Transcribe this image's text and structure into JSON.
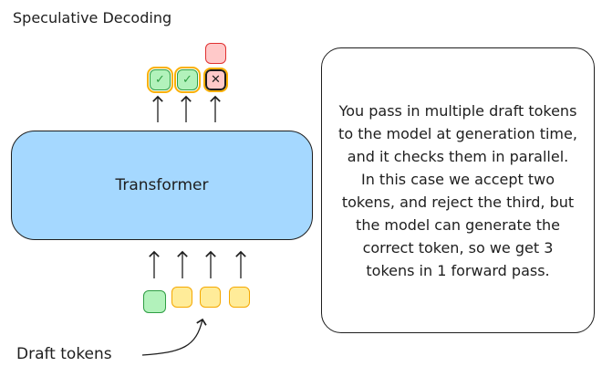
{
  "title": "Speculative Decoding",
  "model_label": "Transformer",
  "draft_label": "Draft tokens",
  "explanation": "You pass in multiple draft tokens to the model at generation time, and it checks them in parallel. In this case we accept two tokens, and reject the third, but the model can generate the correct token, so we get 3 tokens in 1 forward pass.",
  "output_tokens": [
    {
      "status": "accepted",
      "icon": "check-icon",
      "symbol": "✓"
    },
    {
      "status": "accepted",
      "icon": "check-icon",
      "symbol": "✓"
    },
    {
      "status": "rejected",
      "icon": "x-icon",
      "symbol": "✕"
    }
  ],
  "colors": {
    "model": "#a5d8ff",
    "accepted": "#b2f2bb",
    "draft": "#ffec99",
    "rejected": "#ffc9c9"
  }
}
